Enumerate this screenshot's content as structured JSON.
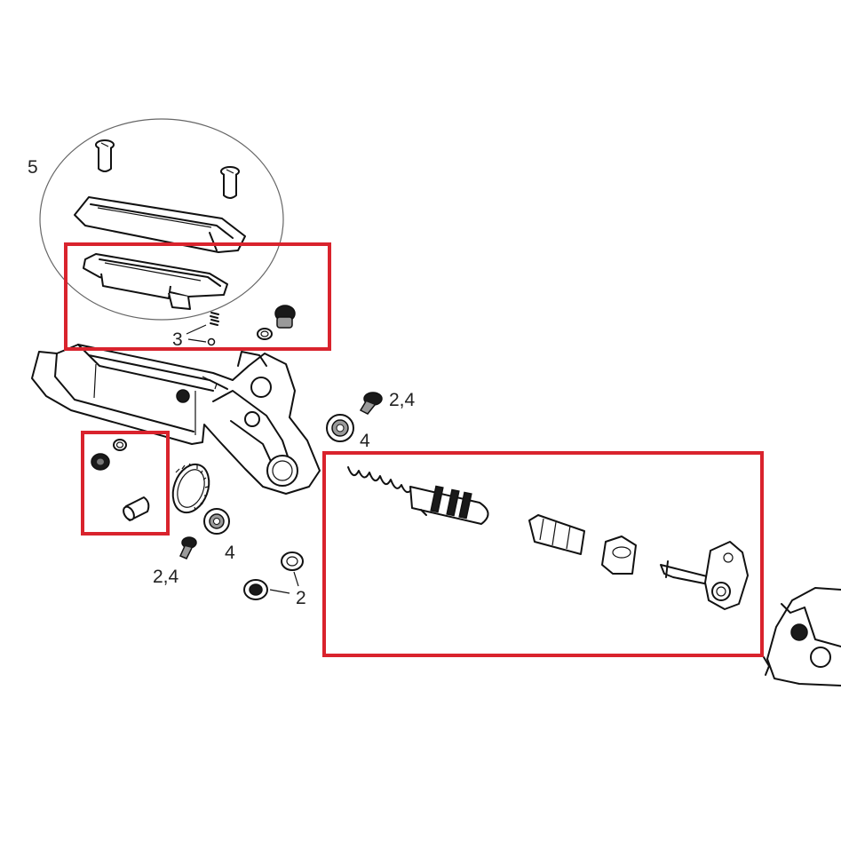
{
  "labels": {
    "five": "5",
    "three": "3",
    "two_four_top": "2,4",
    "four_top": "4",
    "four_bottom": "4",
    "two_four_bottom": "2,4",
    "two": "2"
  },
  "colors": {
    "highlight": "#d9232d",
    "ink": "#111111"
  }
}
